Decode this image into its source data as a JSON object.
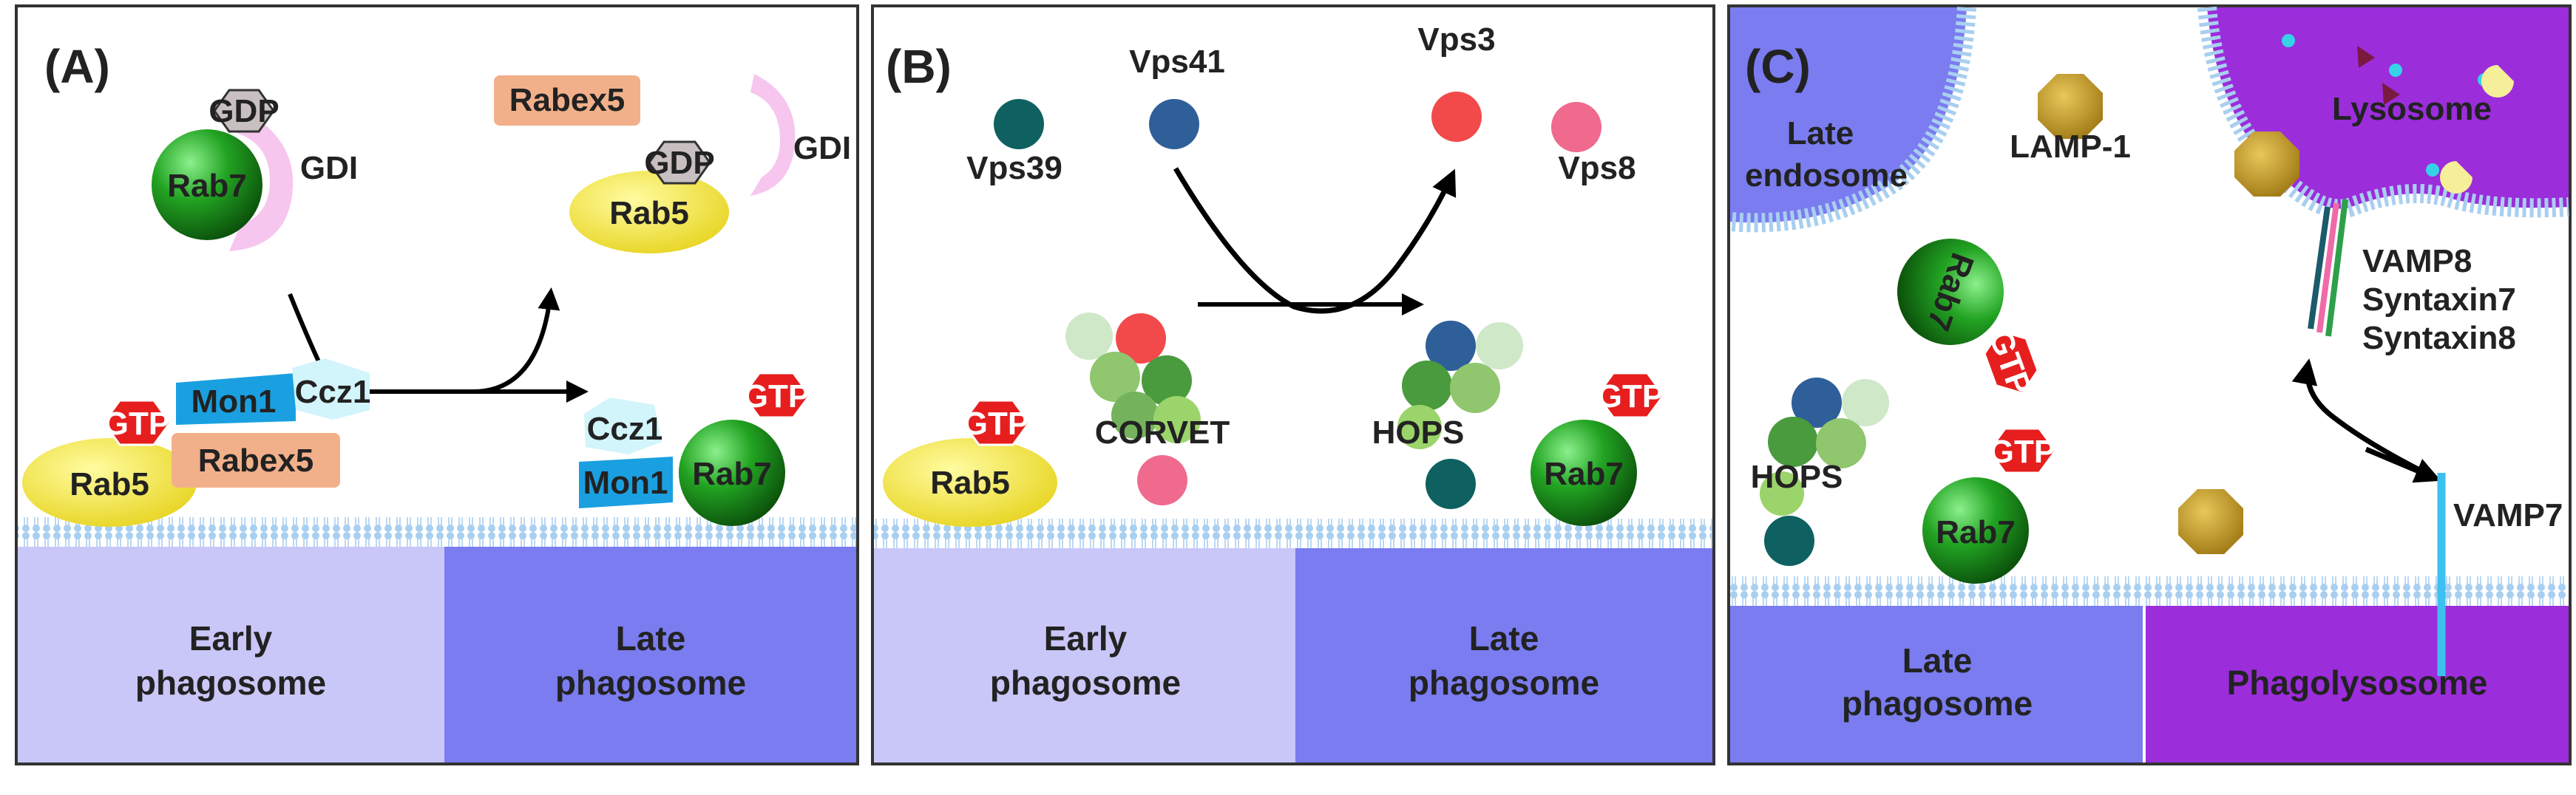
{
  "panels": {
    "a": {
      "label": "(A)",
      "zones": [
        {
          "line1": "Early",
          "line2": "phagosome",
          "fill": "#c9c7f7"
        },
        {
          "line1": "Late",
          "line2": "phagosome",
          "fill": "#7a7cf0"
        }
      ]
    },
    "b": {
      "label": "(B)",
      "zones": [
        {
          "line1": "Early",
          "line2": "phagosome",
          "fill": "#c9c7f7"
        },
        {
          "line1": "Late",
          "line2": "phagosome",
          "fill": "#7a7cf0"
        }
      ]
    },
    "c": {
      "label": "(C)",
      "zones": [
        {
          "line1": "Late",
          "line2": "phagosome",
          "fill": "#7a7cf0"
        },
        {
          "line1": "Phagolysosome",
          "line2": "",
          "fill": "#9b2ddb"
        }
      ]
    }
  },
  "molecules": {
    "gdp": "GDP",
    "gtp": "GTP",
    "gdi": "GDI",
    "rab7": "Rab7",
    "rab5": "Rab5",
    "rabex5": "Rabex5",
    "mon1": "Mon1",
    "ccz1": "Ccz1",
    "vps39": "Vps39",
    "vps41": "Vps41",
    "vps3": "Vps3",
    "vps8": "Vps8",
    "corvet": "CORVET",
    "hops": "HOPS",
    "late_endosome_1": "Late",
    "late_endosome_2": "endosome",
    "lamp1": "LAMP-1",
    "lysosome": "Lysosome",
    "vamp8": "VAMP8",
    "syntaxin7": "Syntaxin7",
    "syntaxin8": "Syntaxin8",
    "vamp7": "VAMP7"
  },
  "colors": {
    "early_phagosome": "#c9c7f7",
    "late_phagosome": "#7a7cf0",
    "phagolysosome": "#9b2ddb",
    "membrane": "#a9cff0",
    "rab7": "#1f8f1f",
    "rab5": "#f0e31c",
    "gtp": "#e61e1e",
    "gdp": "#c8c0c0",
    "gdi": "#f6c6ef",
    "rabex5": "#f2b08a",
    "mon1": "#1aa0e0",
    "ccz1": "#d2f4fb",
    "lamp1": "#c19a2a",
    "lysosome": "#9b2ddb",
    "vamp7": "#3cc0ef"
  }
}
